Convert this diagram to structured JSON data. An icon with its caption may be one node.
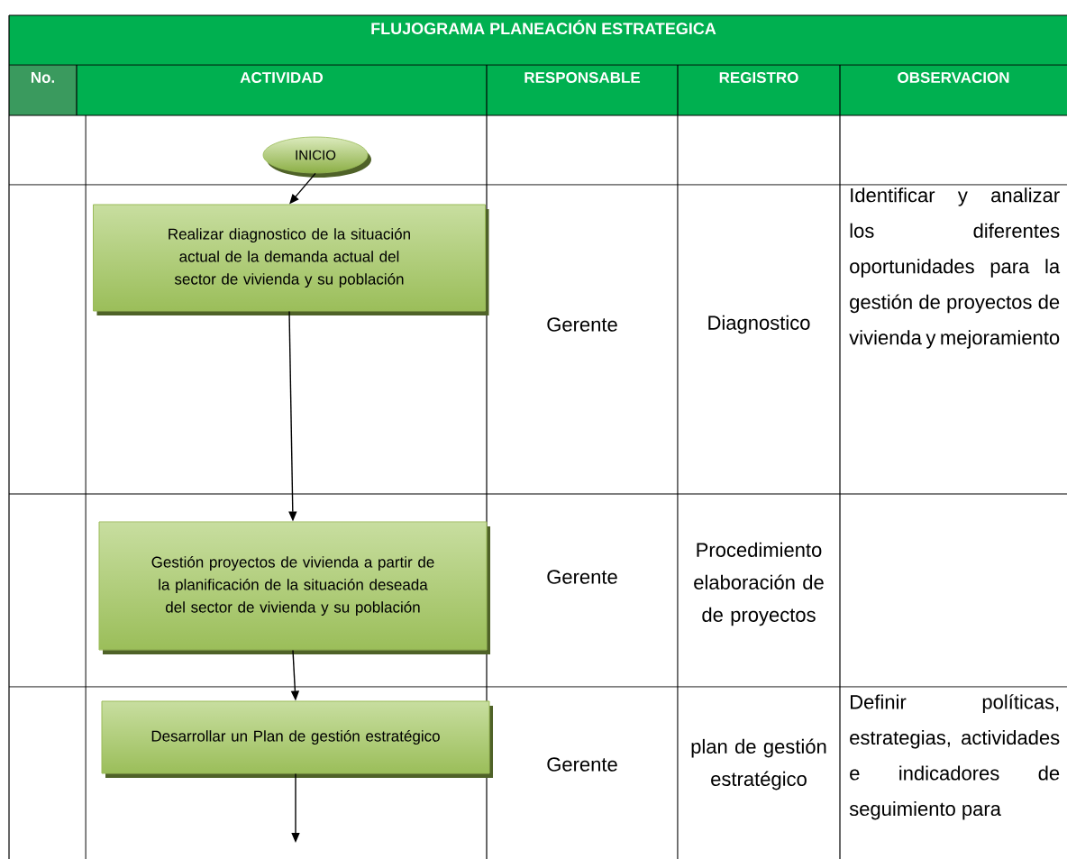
{
  "diagram": {
    "title": "FLUJOGRAMA PLANEACIÓN ESTRATEGICA",
    "nodes": [
      {
        "text": [
          "INICIO"
        ]
      },
      {
        "text": [
          "Realizar diagnostico de la situación actual de la demanda actual del sector de vivienda y su población"
        ]
      },
      {
        "text": [
          "Gestión proyectos de vivienda a partir de la planificación  de la situación deseada del sector de vivienda y su población"
        ]
      },
      {
        "text": [
          "Desarrollar un Plan de gestión estratégico"
        ]
      }
    ],
    "edges": [
      {
        "from": 0,
        "to": 1,
        "arrow": "to"
      },
      {
        "from": 1,
        "to": 2,
        "arrow": "to"
      },
      {
        "from": 2,
        "to": 3,
        "arrow": "to"
      },
      {
        "from": 3,
        "to": null,
        "arrow": "to"
      }
    ],
    "labels": [
      "No.",
      "ACTIVIDAD",
      "RESPONSABLE",
      "REGISTRO",
      "OBSERVACION",
      "Gerente",
      "Diagnostico",
      "Identificar y analizar los diferentes oportunidades para la gestión de proyectos de vivienda y mejoramiento",
      "Gerente",
      "Procedimiento elaboración de de proyectos",
      "Gerente",
      "plan de gestión estratégico",
      "Definir políticas, estrategias, actividades e indicadores de seguimiento para"
    ]
  }
}
